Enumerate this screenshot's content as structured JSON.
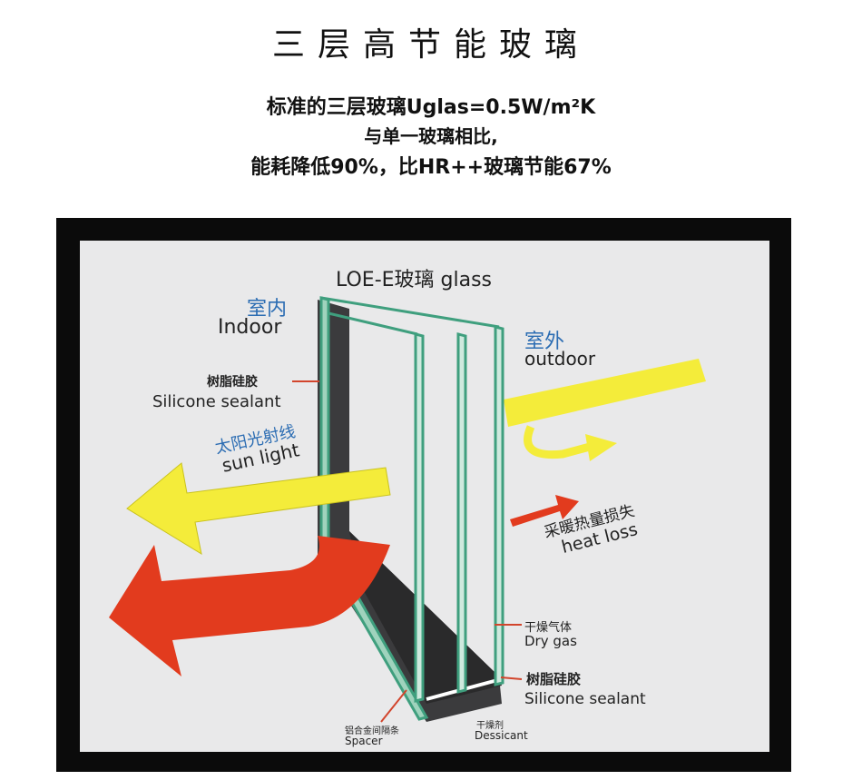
{
  "title": "三层高节能玻璃",
  "subtitle": {
    "line1": "标准的三层玻璃Uglas=0.5W/m²K",
    "line2": "与单一玻璃相比,",
    "line3": "能耗降低90%，比HR++玻璃节能67%"
  },
  "diagram": {
    "glass_label": "LOE-E玻璃 glass",
    "indoor_cn": "室内",
    "indoor_en": "Indoor",
    "outdoor_cn": "室外",
    "outdoor_en": "outdoor",
    "sealant_top_cn": "树脂硅胶",
    "sealant_top_en": "Silicone sealant",
    "sunlight_cn": "太阳光射线",
    "sunlight_en": "sun light",
    "heatloss_cn": "采暖热量损失",
    "heatloss_en": "heat loss",
    "drygas_cn": "干燥气体",
    "drygas_en": "Dry gas",
    "sealant_bottom_cn": "树脂硅胶",
    "sealant_bottom_en": "Silicone sealant",
    "spacer_cn": "铝合金间隔条",
    "spacer_en": "Spacer",
    "dessicant_cn": "干燥剂",
    "dessicant_en": "Dessicant",
    "colors": {
      "yellow": "#f4ec3a",
      "red": "#e23b1e",
      "glass": "#3f9f7e",
      "dark": "#3b3b3d",
      "label_blue": "#2c6db3"
    }
  }
}
